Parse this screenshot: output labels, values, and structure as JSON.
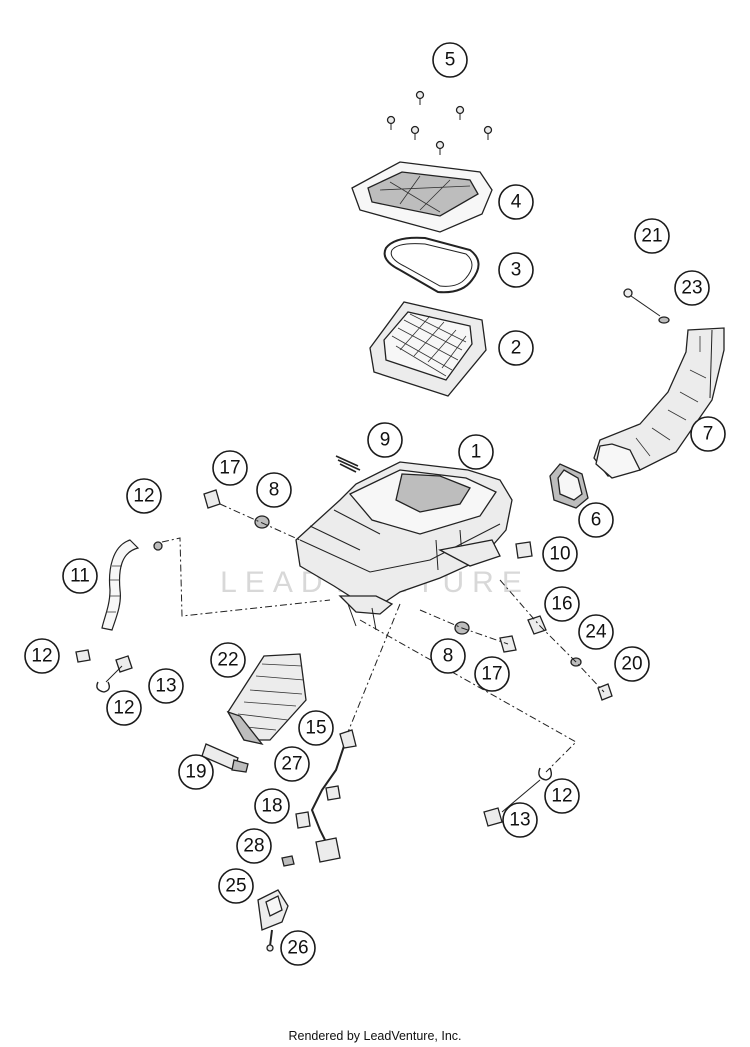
{
  "watermark": "LEADVENTURE",
  "footer": {
    "credit": "Rendered by LeadVenture, Inc."
  },
  "callouts": [
    {
      "key": "c5",
      "label": "5"
    },
    {
      "key": "c4",
      "label": "4"
    },
    {
      "key": "c3",
      "label": "3"
    },
    {
      "key": "c2",
      "label": "2"
    },
    {
      "key": "c21",
      "label": "21"
    },
    {
      "key": "c23",
      "label": "23"
    },
    {
      "key": "c7",
      "label": "7"
    },
    {
      "key": "c9",
      "label": "9"
    },
    {
      "key": "c1",
      "label": "1"
    },
    {
      "key": "c17a",
      "label": "17"
    },
    {
      "key": "c8a",
      "label": "8"
    },
    {
      "key": "c12a",
      "label": "12"
    },
    {
      "key": "c6",
      "label": "6"
    },
    {
      "key": "c10",
      "label": "10"
    },
    {
      "key": "c11",
      "label": "11"
    },
    {
      "key": "c16",
      "label": "16"
    },
    {
      "key": "c24",
      "label": "24"
    },
    {
      "key": "c12b",
      "label": "12"
    },
    {
      "key": "c22",
      "label": "22"
    },
    {
      "key": "c13a",
      "label": "13"
    },
    {
      "key": "c8b",
      "label": "8"
    },
    {
      "key": "c17b",
      "label": "17"
    },
    {
      "key": "c20",
      "label": "20"
    },
    {
      "key": "c12c",
      "label": "12"
    },
    {
      "key": "c15",
      "label": "15"
    },
    {
      "key": "c27",
      "label": "27"
    },
    {
      "key": "c19",
      "label": "19"
    },
    {
      "key": "c18",
      "label": "18"
    },
    {
      "key": "c12d",
      "label": "12"
    },
    {
      "key": "c13b",
      "label": "13"
    },
    {
      "key": "c28",
      "label": "28"
    },
    {
      "key": "c25",
      "label": "25"
    },
    {
      "key": "c26",
      "label": "26"
    }
  ]
}
